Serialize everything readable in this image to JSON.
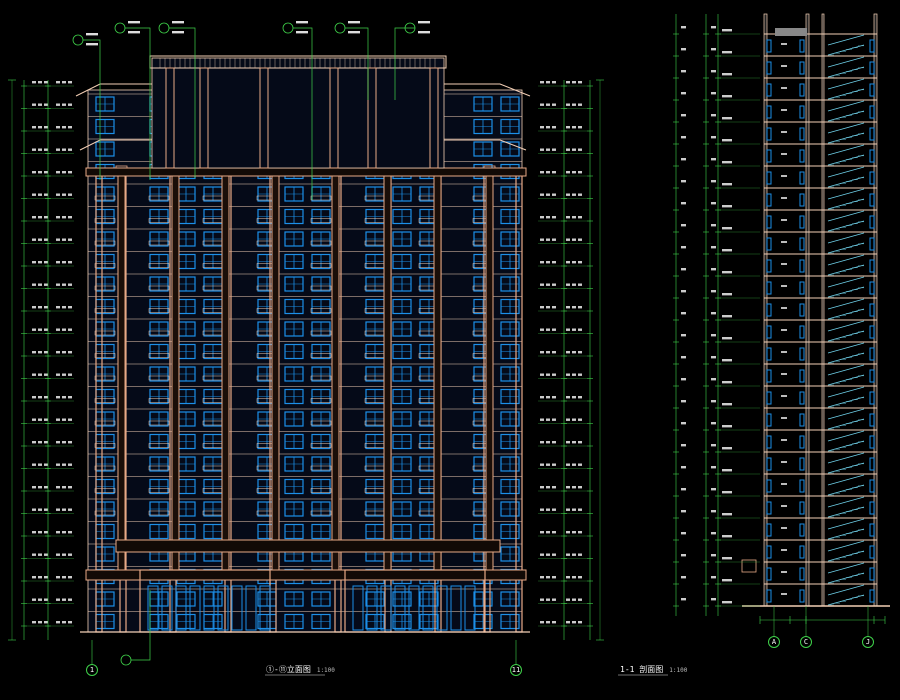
{
  "drawing": {
    "background": "#000000",
    "colors": {
      "window": "#1c8fe8",
      "window_dark": "#0b2fa8",
      "column": "#e8a986",
      "frame": "#f4d0b6",
      "dim": "#3fd24a",
      "text": "#ffffff",
      "stair": "#6fd0e8"
    },
    "elevation": {
      "title": "①-⑪立面图",
      "scale": "1:100",
      "axis_left": "1",
      "axis_right": "11",
      "floor_count": 24
    },
    "section": {
      "title": "1-1 剖面图",
      "scale": "1:100",
      "floor_count": 26,
      "axes": [
        "A",
        "C",
        "J"
      ]
    }
  }
}
